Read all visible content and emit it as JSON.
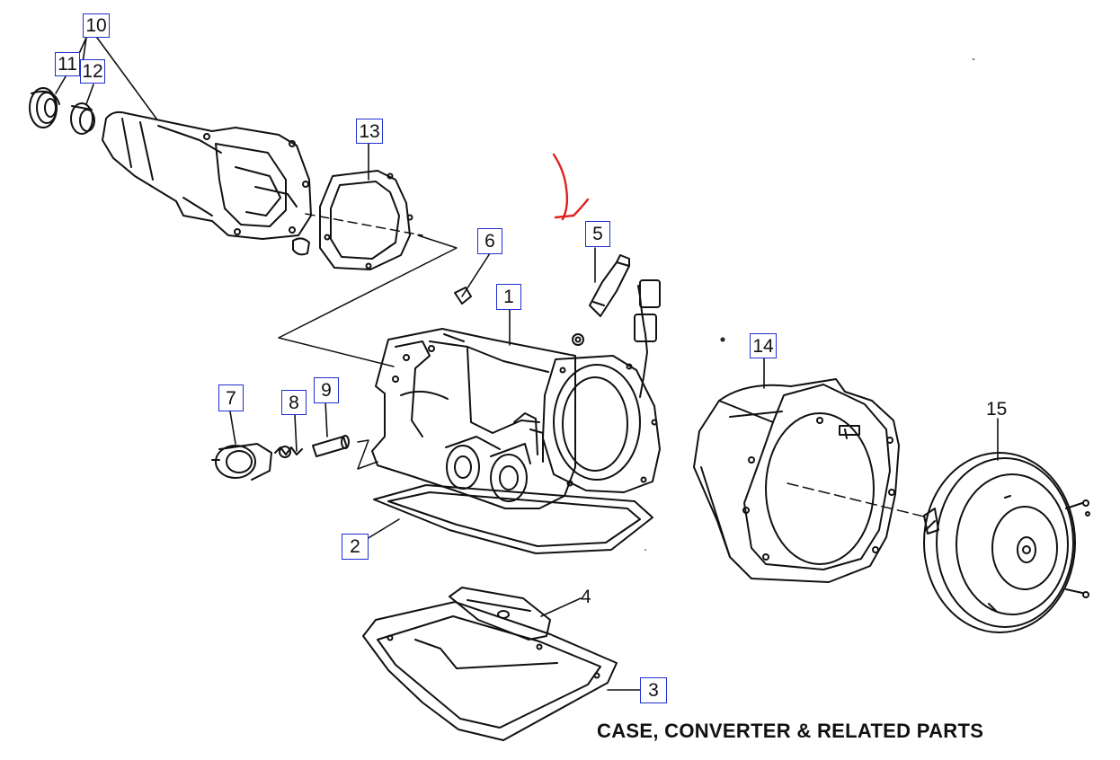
{
  "title": "CASE, CONVERTER & RELATED PARTS",
  "callouts": {
    "c1": "1",
    "c2": "2",
    "c3": "3",
    "c4": "4",
    "c5": "5",
    "c6": "6",
    "c7": "7",
    "c8": "8",
    "c9": "9",
    "c10": "10",
    "c11": "11",
    "c12": "12",
    "c13": "13",
    "c14": "14",
    "c15": "15"
  },
  "colors": {
    "line": "#111111",
    "callout_border": "#1f2fd0",
    "annotation": "#e0201c"
  },
  "annotation": {
    "icon": "red-hand-drawn-arrow-pointing-to-part-5"
  }
}
